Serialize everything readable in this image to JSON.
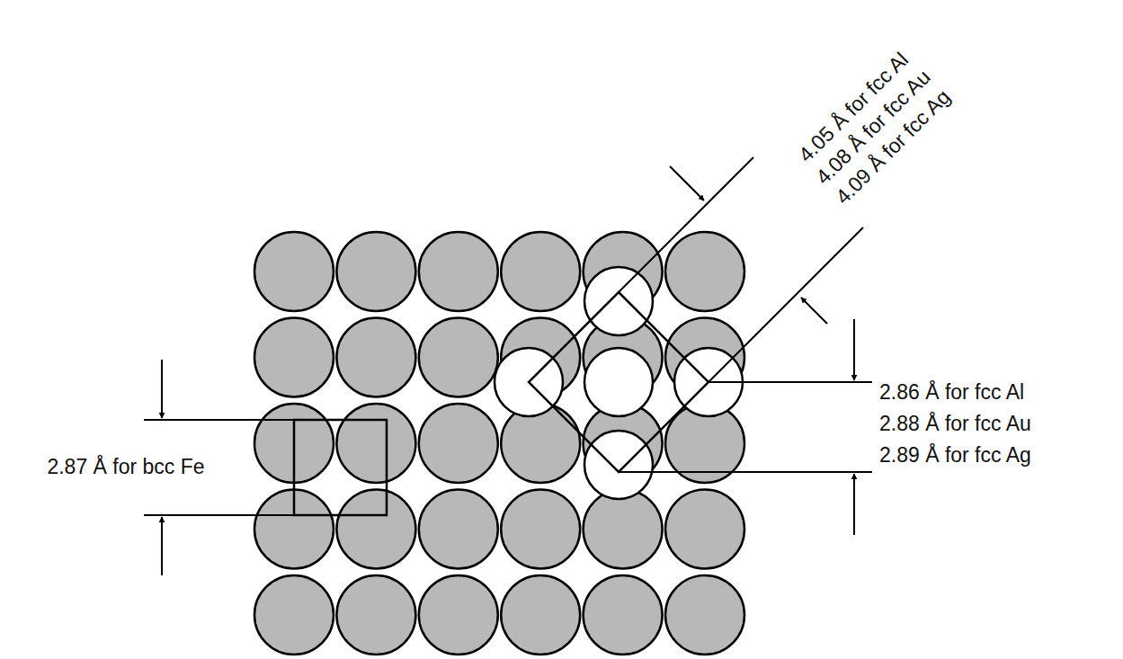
{
  "diagram": {
    "labels": [
      "4.05 Å for fcc Al",
      "4.08 Å for fcc Au",
      "4.09 Å for fcc Ag",
      "2.86 Å for fcc Al",
      "2.88 Å for fcc Au",
      "2.89 Å for fcc Ag",
      "2.87 Å for bcc Fe"
    ]
  }
}
